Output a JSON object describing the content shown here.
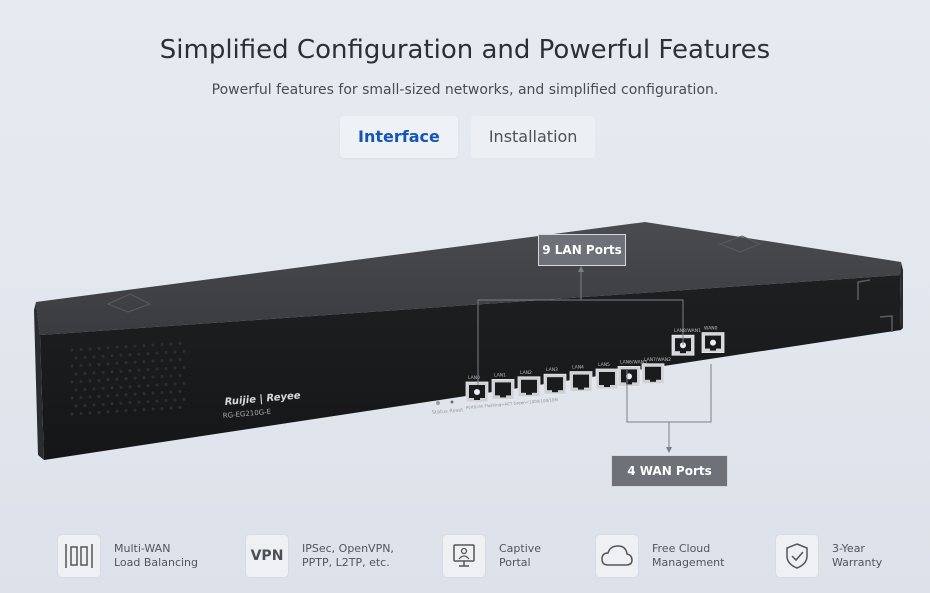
{
  "header": {
    "title": "Simplified Configuration and Powerful Features",
    "subtitle": "Powerful features for small-sized networks, and simplified configuration."
  },
  "tabs": [
    {
      "label": "Interface",
      "active": true
    },
    {
      "label": "Installation",
      "active": false
    }
  ],
  "device": {
    "brand": "Ruijie | Reyee",
    "model": "RG-EG210G-E",
    "port_labels": [
      "LAN0",
      "LAN1",
      "LAN2",
      "LAN3",
      "LAN4",
      "LAN5",
      "LAN6/WAN3",
      "LAN7/WAN2",
      "LAN8/WAN1",
      "WAN0"
    ],
    "front_labels": [
      "Status",
      "Reset"
    ]
  },
  "callouts": {
    "lan": "9 LAN Ports",
    "wan": "4 WAN Ports"
  },
  "features": [
    {
      "icon": "load-balancing-icon",
      "line1": "Multi-WAN",
      "line2": "Load Balancing"
    },
    {
      "icon": "vpn-icon",
      "icon_text": "VPN",
      "line1": "IPSec, OpenVPN,",
      "line2": "PPTP, L2TP, etc."
    },
    {
      "icon": "portal-icon",
      "line1": "Captive",
      "line2": "Portal"
    },
    {
      "icon": "cloud-icon",
      "line1": "Free Cloud",
      "line2": "Management"
    },
    {
      "icon": "shield-check-icon",
      "line1": "3-Year",
      "line2": "Warranty"
    }
  ],
  "colors": {
    "accent": "#1456b8",
    "callout_bg": "#6e7278"
  }
}
